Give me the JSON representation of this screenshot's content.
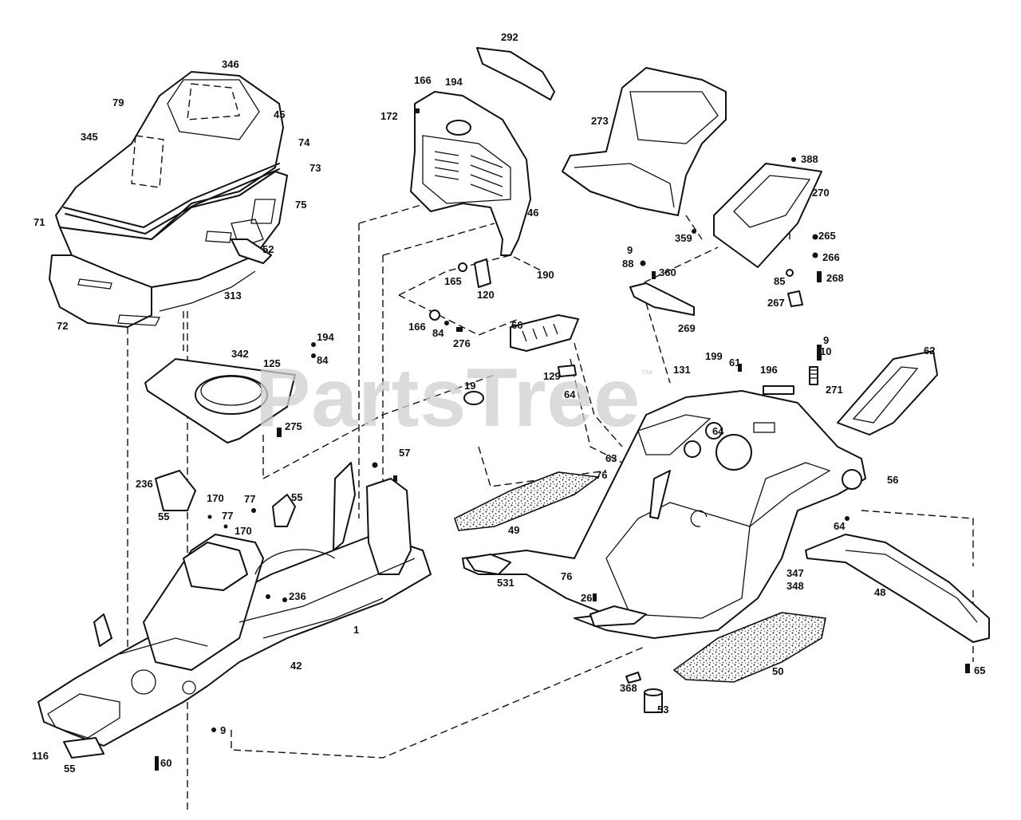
{
  "watermark": {
    "text": "PartsTree",
    "mark": "™"
  },
  "callouts": [
    {
      "id": "c346a",
      "text": "346"
    },
    {
      "id": "c79",
      "text": "79"
    },
    {
      "id": "c45",
      "text": "45"
    },
    {
      "id": "c345",
      "text": "345"
    },
    {
      "id": "c74",
      "text": "74"
    },
    {
      "id": "c73",
      "text": "73"
    },
    {
      "id": "c71",
      "text": "71"
    },
    {
      "id": "c75",
      "text": "75"
    },
    {
      "id": "c52",
      "text": "52"
    },
    {
      "id": "c313",
      "text": "313"
    },
    {
      "id": "c72",
      "text": "72"
    },
    {
      "id": "c292",
      "text": "292"
    },
    {
      "id": "c166a",
      "text": "166"
    },
    {
      "id": "c194a",
      "text": "194"
    },
    {
      "id": "c172",
      "text": "172"
    },
    {
      "id": "c46",
      "text": "46"
    },
    {
      "id": "c165",
      "text": "165"
    },
    {
      "id": "c120",
      "text": "120"
    },
    {
      "id": "c190",
      "text": "190"
    },
    {
      "id": "c166b",
      "text": "166"
    },
    {
      "id": "c84a",
      "text": "84"
    },
    {
      "id": "c276",
      "text": "276"
    },
    {
      "id": "c273",
      "text": "273"
    },
    {
      "id": "c388",
      "text": "388"
    },
    {
      "id": "c270",
      "text": "270"
    },
    {
      "id": "c9a",
      "text": "9"
    },
    {
      "id": "c88",
      "text": "88"
    },
    {
      "id": "c360",
      "text": "360"
    },
    {
      "id": "c359",
      "text": "359"
    },
    {
      "id": "c265",
      "text": "265"
    },
    {
      "id": "c266",
      "text": "266"
    },
    {
      "id": "c85",
      "text": "85"
    },
    {
      "id": "c268",
      "text": "268"
    },
    {
      "id": "c267",
      "text": "267"
    },
    {
      "id": "c269",
      "text": "269"
    },
    {
      "id": "c66",
      "text": "66"
    },
    {
      "id": "c129",
      "text": "129"
    },
    {
      "id": "c64a",
      "text": "64"
    },
    {
      "id": "c194b",
      "text": "194"
    },
    {
      "id": "c84b",
      "text": "84"
    },
    {
      "id": "c342",
      "text": "342"
    },
    {
      "id": "c125",
      "text": "125"
    },
    {
      "id": "c275",
      "text": "275"
    },
    {
      "id": "c19",
      "text": "19"
    },
    {
      "id": "c131",
      "text": "131"
    },
    {
      "id": "c199",
      "text": "199"
    },
    {
      "id": "c61",
      "text": "61"
    },
    {
      "id": "c196",
      "text": "196"
    },
    {
      "id": "c9b",
      "text": "9"
    },
    {
      "id": "c10",
      "text": "10"
    },
    {
      "id": "c271",
      "text": "271"
    },
    {
      "id": "c62",
      "text": "62"
    },
    {
      "id": "c64b",
      "text": "64"
    },
    {
      "id": "c63",
      "text": "63"
    },
    {
      "id": "c76a",
      "text": "76"
    },
    {
      "id": "c56",
      "text": "56"
    },
    {
      "id": "c49",
      "text": "49"
    },
    {
      "id": "c64c",
      "text": "64"
    },
    {
      "id": "c236a",
      "text": "236"
    },
    {
      "id": "c57",
      "text": "57"
    },
    {
      "id": "c170a",
      "text": "170"
    },
    {
      "id": "c77a",
      "text": "77"
    },
    {
      "id": "c77b",
      "text": "77"
    },
    {
      "id": "c55a",
      "text": "55"
    },
    {
      "id": "c55b",
      "text": "55"
    },
    {
      "id": "c170b",
      "text": "170"
    },
    {
      "id": "c236b",
      "text": "236"
    },
    {
      "id": "c1",
      "text": "1"
    },
    {
      "id": "c42",
      "text": "42"
    },
    {
      "id": "c531",
      "text": "531"
    },
    {
      "id": "c76b",
      "text": "76"
    },
    {
      "id": "c347",
      "text": "347"
    },
    {
      "id": "c348",
      "text": "348"
    },
    {
      "id": "c48",
      "text": "48"
    },
    {
      "id": "c26",
      "text": "26"
    },
    {
      "id": "c9c",
      "text": "9"
    },
    {
      "id": "c116",
      "text": "116"
    },
    {
      "id": "c55c",
      "text": "55"
    },
    {
      "id": "c60",
      "text": "60"
    },
    {
      "id": "c368",
      "text": "368"
    },
    {
      "id": "c53",
      "text": "53"
    },
    {
      "id": "c50",
      "text": "50"
    },
    {
      "id": "c65",
      "text": "65"
    }
  ]
}
